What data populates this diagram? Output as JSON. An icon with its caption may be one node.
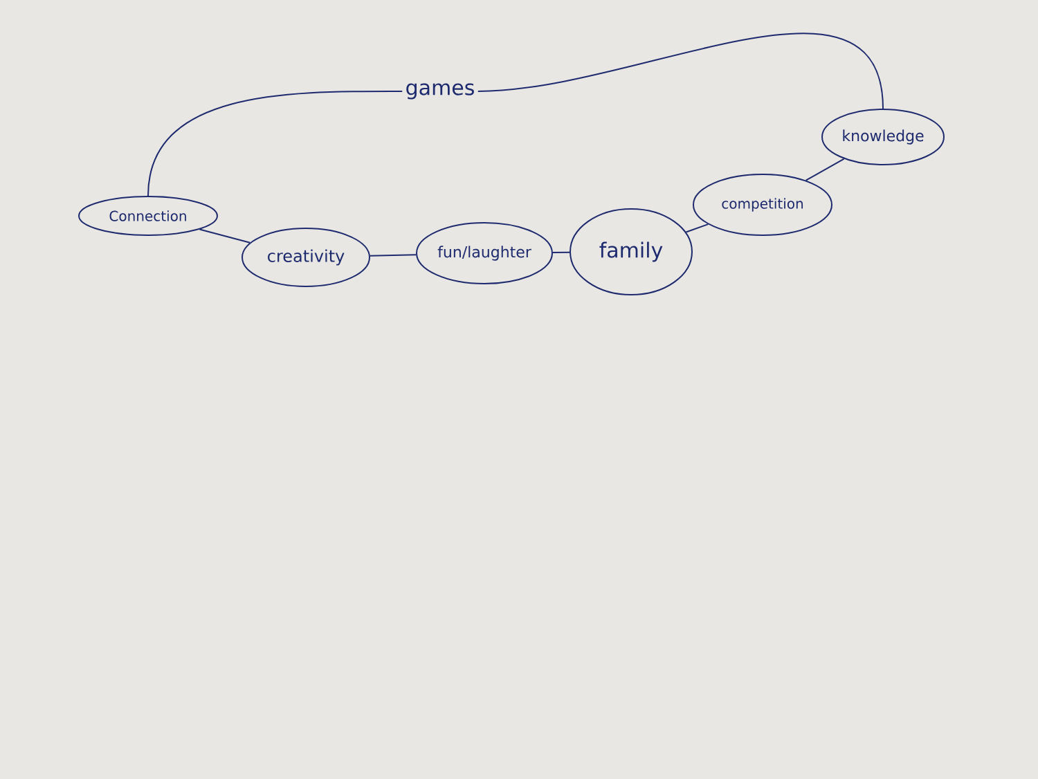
{
  "diagram": {
    "nodes": [
      {
        "text": [
          "games"
        ]
      },
      {
        "text": [
          "Connection"
        ]
      },
      {
        "text": [
          "creativity"
        ]
      },
      {
        "text": [
          "fun/laughter"
        ]
      },
      {
        "text": [
          "family"
        ]
      },
      {
        "text": [
          "competition"
        ]
      },
      {
        "text": [
          "knowledge"
        ]
      }
    ],
    "edges": [
      {
        "from": 0,
        "to": 1,
        "arrow": "none"
      },
      {
        "from": 0,
        "to": 6,
        "arrow": "none"
      },
      {
        "from": 1,
        "to": 2,
        "arrow": "none"
      },
      {
        "from": 2,
        "to": 3,
        "arrow": "none"
      },
      {
        "from": 3,
        "to": 4,
        "arrow": "none"
      },
      {
        "from": 4,
        "to": 5,
        "arrow": "none"
      },
      {
        "from": 5,
        "to": 6,
        "arrow": "none"
      }
    ]
  }
}
